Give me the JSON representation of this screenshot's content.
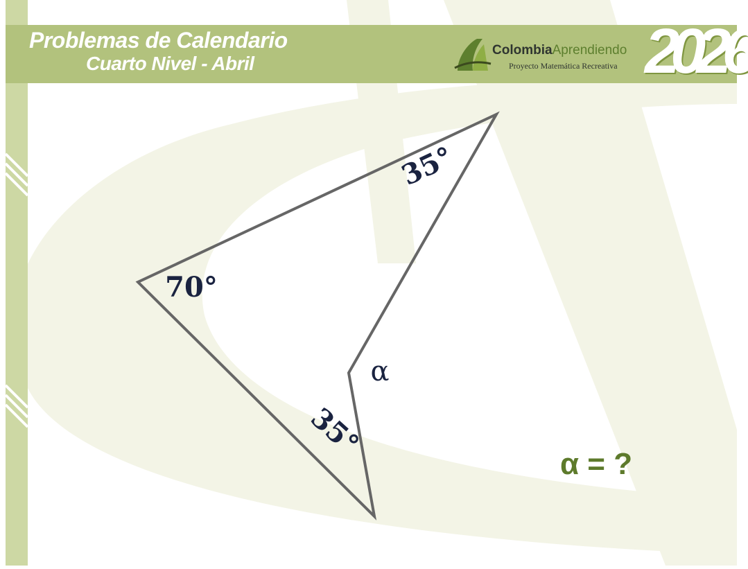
{
  "header": {
    "title_line1": "Problemas de Calendario",
    "title_line2": "Cuarto Nivel - Abril",
    "logo_text_part1": "Colombia",
    "logo_text_part2": "Aprendiendo",
    "logo_tagline": "Proyecto Matemática Recreativa",
    "year": "2026"
  },
  "figure": {
    "angle_top": "35°",
    "angle_left": "70°",
    "angle_bottom": "35°",
    "angle_unknown": "α"
  },
  "question": "α = ?",
  "colors": {
    "header_bg": "#b2c27d",
    "strip": "#cdd8a4",
    "watermark": "#f3f4e6",
    "figure_line": "#666666",
    "label": "#1a2340",
    "question": "#5d7a2b"
  }
}
